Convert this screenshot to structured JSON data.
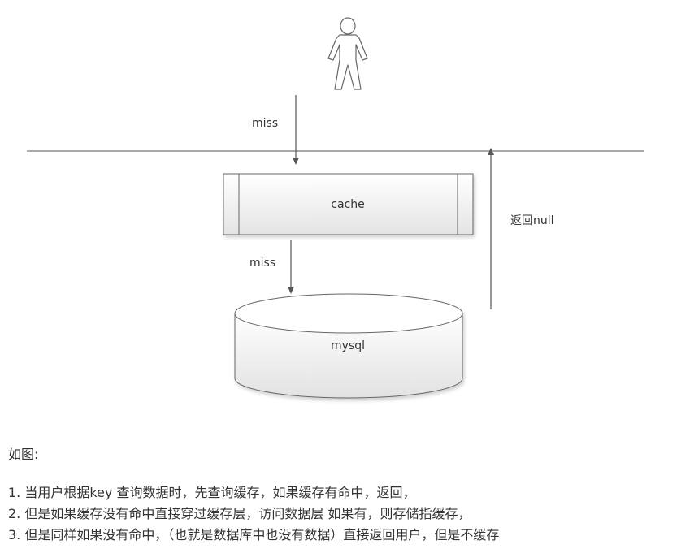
{
  "diagram": {
    "labels": {
      "miss_top": "miss",
      "cache": "cache",
      "miss_bottom": "miss",
      "mysql": "mysql",
      "return_null": "返回null"
    },
    "colors": {
      "stroke": "#555555",
      "box_fill_top": "#ffffff",
      "box_fill_bottom": "#e6e6e6"
    }
  },
  "text": {
    "title": "如图:",
    "steps": [
      "1. 当用户根据key 查询数据时，先查询缓存，如果缓存有命中，返回，",
      "2. 但是如果缓存没有命中直接穿过缓存层，访问数据层 如果有，则存储指缓存，",
      "3. 但是同样如果没有命中，（也就是数据库中也没有数据）直接返回用户，但是不缓存"
    ]
  }
}
